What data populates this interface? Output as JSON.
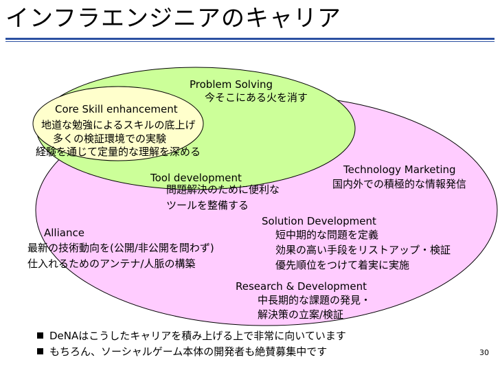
{
  "slide": {
    "title": "インフラエンジニアのキャリア",
    "page_number": "30"
  },
  "colors": {
    "title_rule": "#2b50a1",
    "outer_ellipse_fill": "#ffccff",
    "middle_ellipse_fill": "#ccff99",
    "inner_ellipse_fill": "#ffffcc",
    "ellipse_stroke": "#000000"
  },
  "core": {
    "heading": "Core Skill enhancement",
    "line1": "地道な勉強によるスキルの底上げ",
    "line2": "多くの検証環境での実験",
    "line3": "経験を通じて定量的な理解を深める"
  },
  "problem": {
    "heading": "Problem Solving",
    "line1": "今そこにある火を消す"
  },
  "tool": {
    "heading": "Tool development",
    "line1": "問題解決のために便利な",
    "line2": "ツールを整備する"
  },
  "tech_marketing": {
    "heading": "Technology Marketing",
    "line1": "国内外での積極的な情報発信"
  },
  "solution": {
    "heading": "Solution Development",
    "line1": "短中期的な問題を定義",
    "line2": "効果の高い手段をリストアップ・検証",
    "line3": "優先順位をつけて着実に実施"
  },
  "alliance": {
    "heading": "Alliance",
    "line1": "最新の技術動向を(公開/非公開を問わず)",
    "line2": "仕入れるためのアンテナ/人脈の構築"
  },
  "rnd": {
    "heading": "Research & Development",
    "line1": "中長期的な課題の発見・",
    "line2": "解決策の立案/検証"
  },
  "bullets": [
    "DeNAはこうしたキャリアを積み上げる上で非常に向いています",
    "もちろん、ソーシャルゲーム本体の開発者も絶賛募集中です"
  ]
}
